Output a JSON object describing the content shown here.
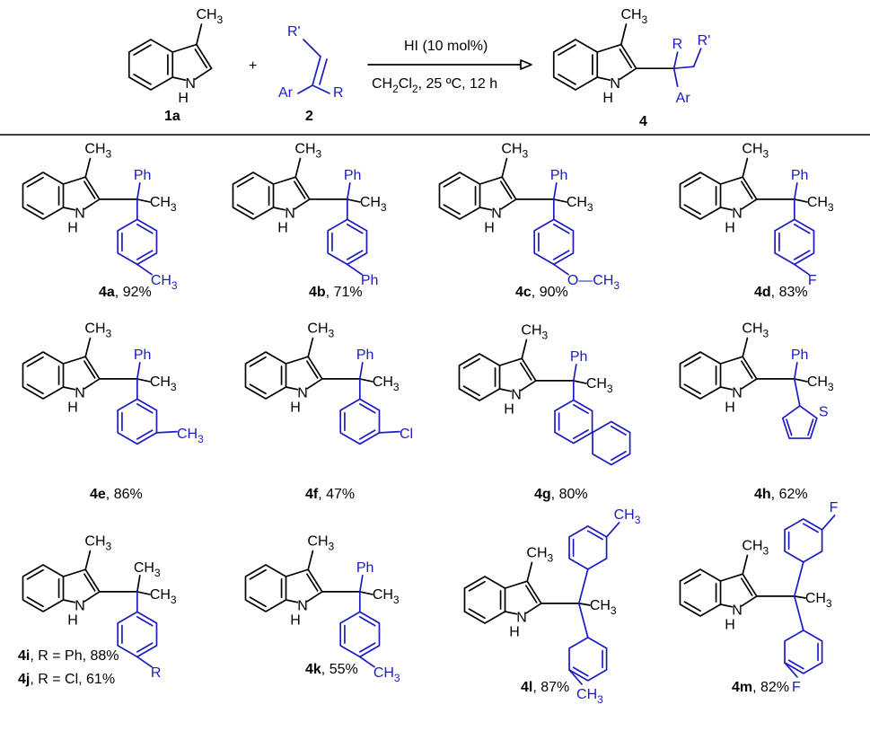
{
  "colors": {
    "core": "#000000",
    "substituent": "#1b1bc4",
    "background": "#ffffff"
  },
  "reaction": {
    "indole_label": "1a",
    "indole_me": "CH3",
    "indole_nh": "H",
    "indole_n": "N",
    "plus": "+",
    "alkene_label": "2",
    "alkene_r_prime": "R'",
    "alkene_ar": "Ar",
    "alkene_r": "R",
    "catalyst": "HI (10 mol%)",
    "conditions_pre": "CH",
    "conditions_sub2": "2",
    "conditions_cl": "Cl",
    "conditions_sub2b": "2",
    "conditions_post": ", 25 ºC, 12 h",
    "product_label": "4",
    "product_r": "R",
    "product_r_prime": "R'",
    "product_ar": "Ar"
  },
  "products": [
    {
      "id": "4a",
      "yield": ", 92%",
      "top": "Ph",
      "right": "CH3",
      "ring": "phenyl",
      "para": "CH3"
    },
    {
      "id": "4b",
      "yield": ", 71%",
      "top": "Ph",
      "right": "CH3",
      "ring": "phenyl",
      "para": "Ph"
    },
    {
      "id": "4c",
      "yield": ", 90%",
      "top": "Ph",
      "right": "CH3",
      "ring": "phenyl",
      "para": "O—CH3"
    },
    {
      "id": "4d",
      "yield": ", 83%",
      "top": "Ph",
      "right": "CH3",
      "ring": "phenyl",
      "para": "F"
    },
    {
      "id": "4e",
      "yield": ", 86%",
      "top": "Ph",
      "right": "CH3",
      "ring": "phenyl",
      "meta": "CH3"
    },
    {
      "id": "4f",
      "yield": ", 47%",
      "top": "Ph",
      "right": "CH3",
      "ring": "phenyl",
      "meta": "Cl"
    },
    {
      "id": "4g",
      "yield": ", 80%",
      "top": "Ph",
      "right": "CH3",
      "ring": "naphthyl"
    },
    {
      "id": "4h",
      "yield": ", 62%",
      "top": "Ph",
      "right": "CH3",
      "ring": "thienyl",
      "hetero": "S"
    },
    {
      "id": "4i",
      "yield": ", R = Ph, 88%",
      "top": "CH3",
      "right": "CH3",
      "ring": "phenyl",
      "para": "R"
    },
    {
      "id": "4j",
      "yield": ", R = Cl, 61%"
    },
    {
      "id": "4k",
      "yield": ", 55%",
      "top": "Ph",
      "right": "CH3",
      "ring": "phenyl",
      "para": "CH3"
    },
    {
      "id": "4l",
      "yield": ", 87%",
      "right": "CH3",
      "ring": "bis-aryl",
      "para": "CH3"
    },
    {
      "id": "4m",
      "yield": ", 82%",
      "right": "CH3",
      "ring": "bis-aryl",
      "para": "F"
    }
  ],
  "common": {
    "me": "CH3",
    "n": "N",
    "h": "H"
  }
}
